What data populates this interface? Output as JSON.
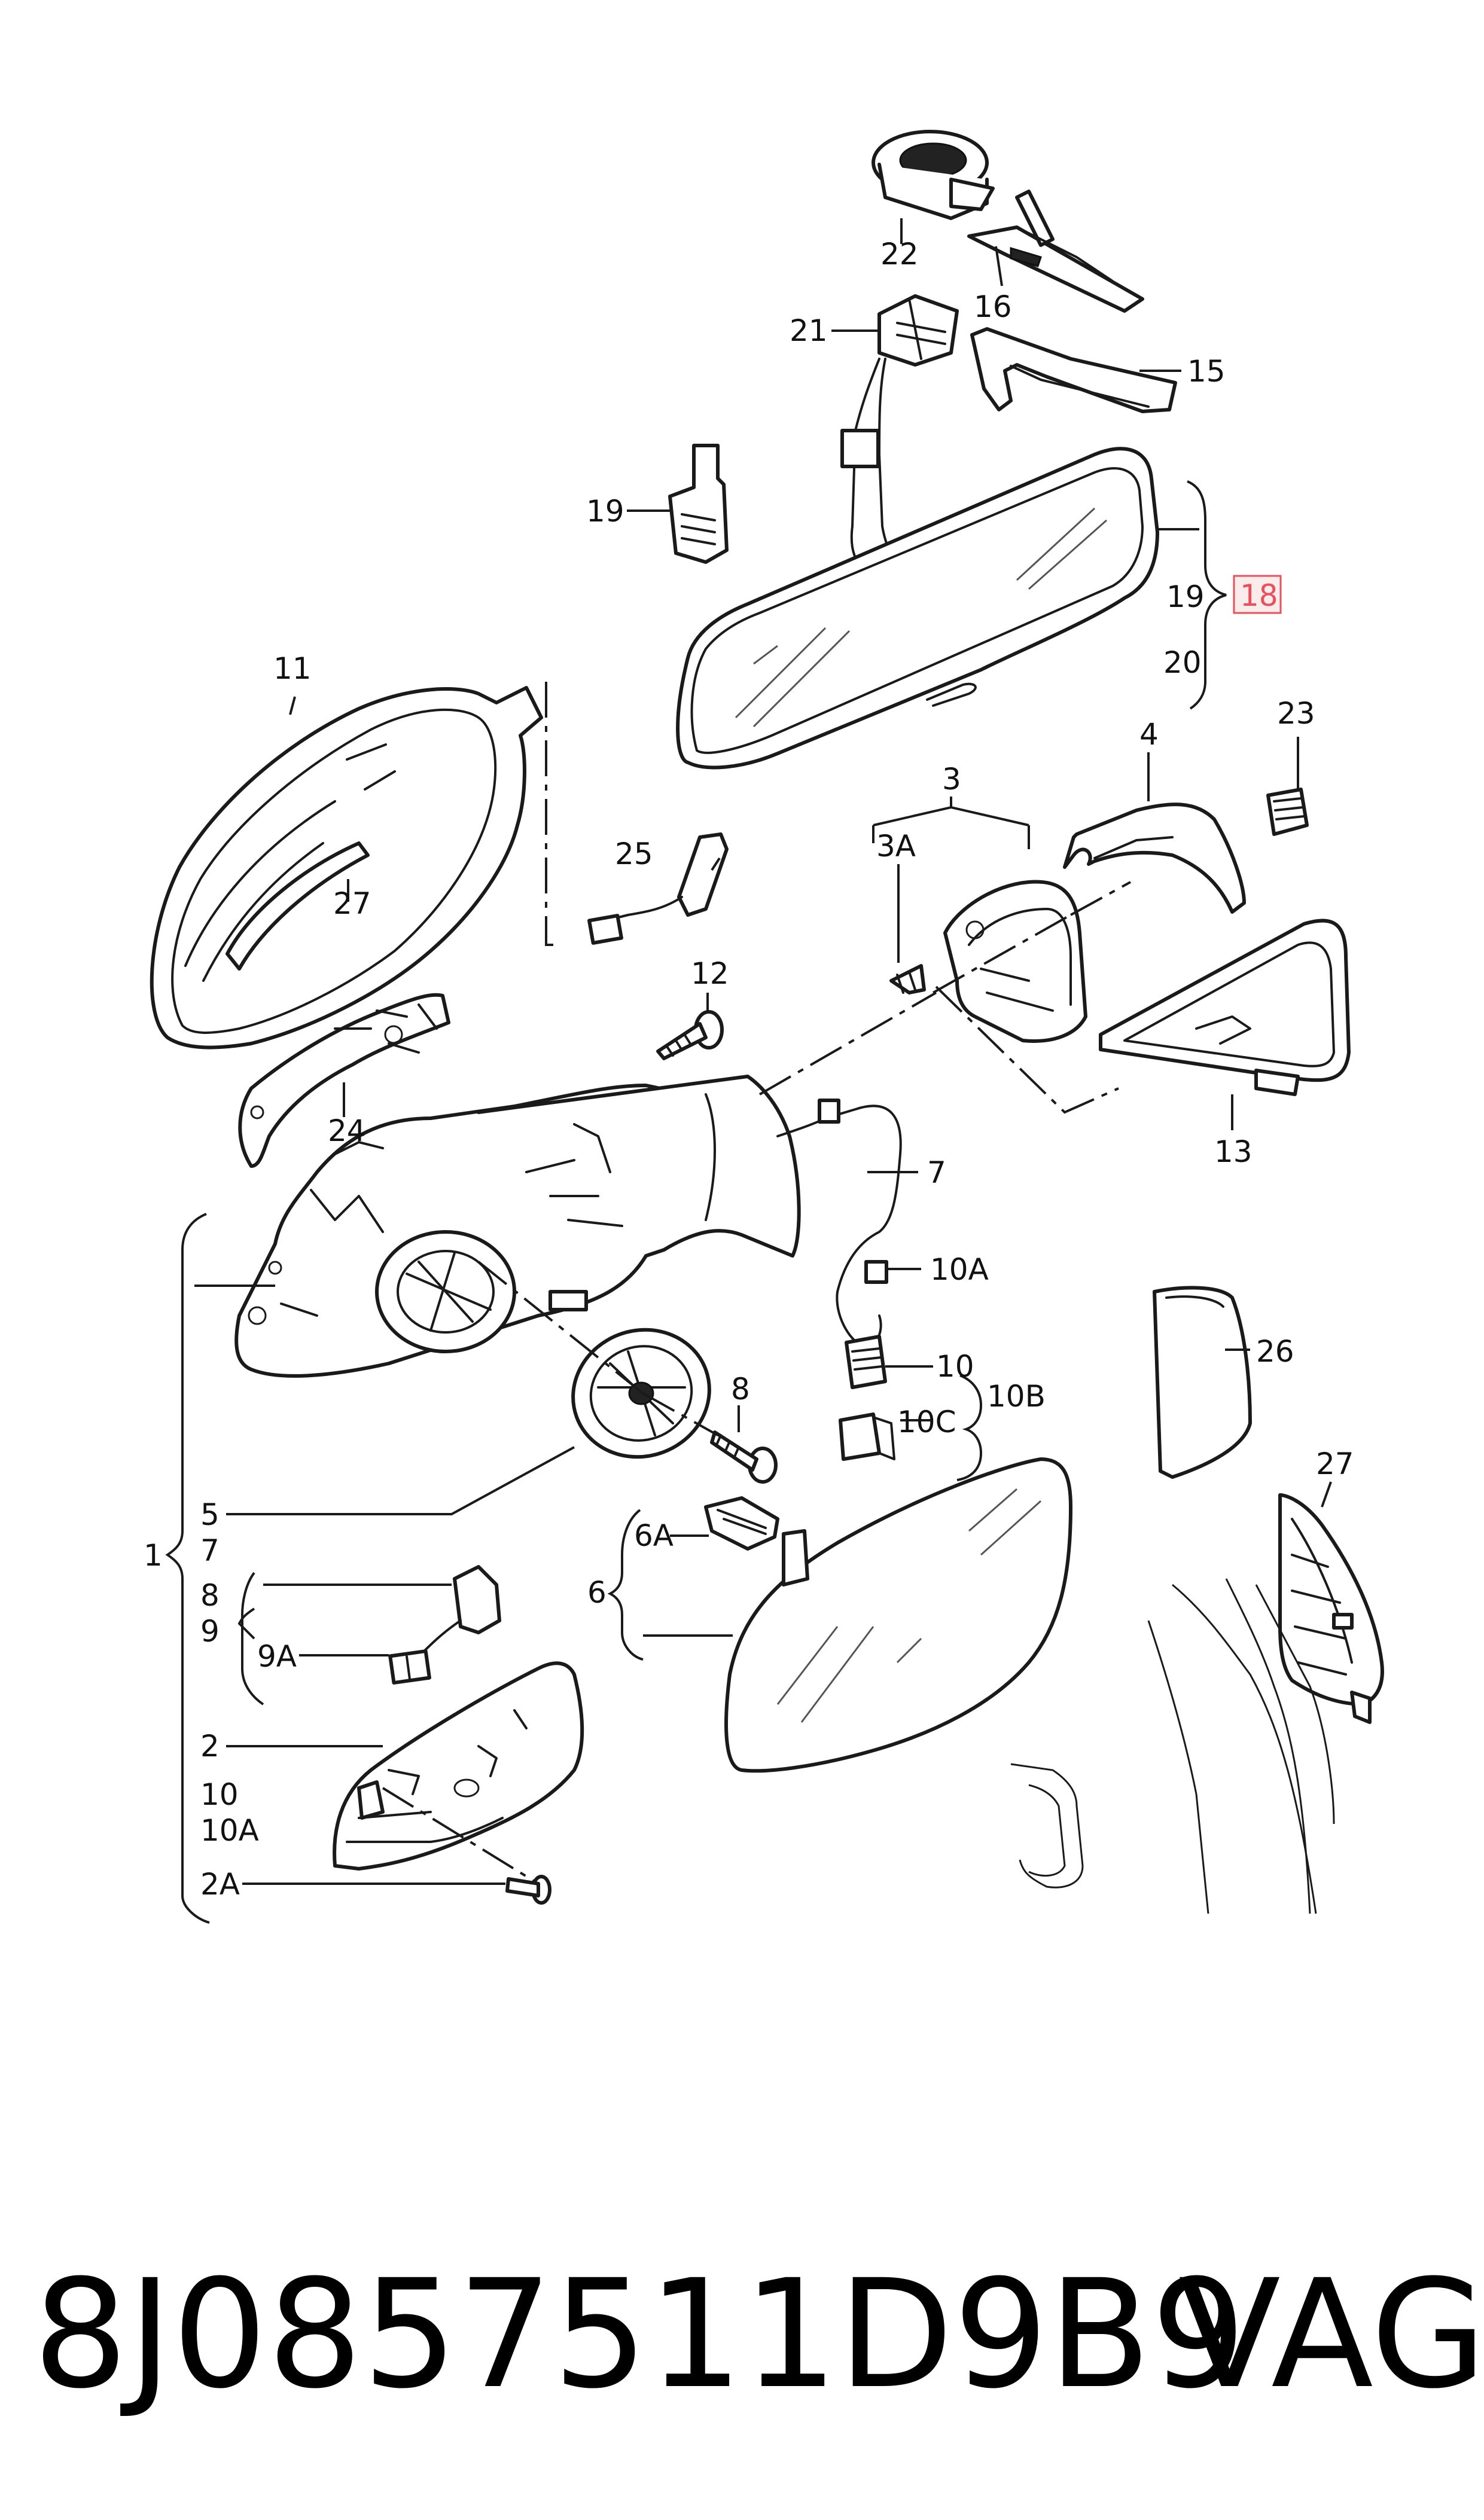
{
  "diagram": {
    "callouts": [
      "1",
      "2",
      "2A",
      "3",
      "3A",
      "4",
      "5",
      "6",
      "6A",
      "7",
      "8",
      "9",
      "9A",
      "10",
      "10A",
      "10B",
      "10C",
      "11",
      "12",
      "13",
      "15",
      "16",
      "19",
      "20",
      "21",
      "22",
      "23",
      "24",
      "25",
      "26",
      "27"
    ],
    "group_18": {
      "highlighted_label": "18",
      "highlight_color": "#e8505b",
      "members": [
        "19",
        "20"
      ]
    },
    "group_1_members": [
      "7",
      "8",
      "9",
      "10",
      "10A"
    ]
  },
  "footer": {
    "part_number": "8J0857511D9B9",
    "brand": "VAG"
  }
}
